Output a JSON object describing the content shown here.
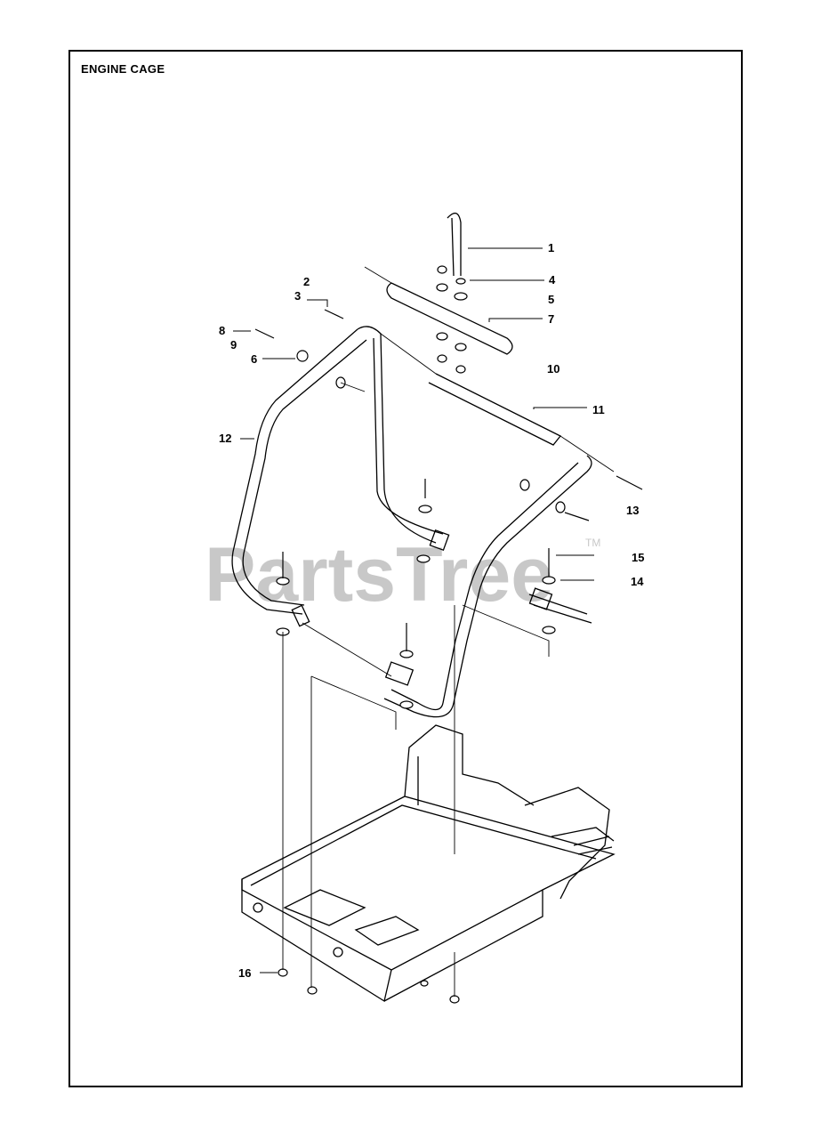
{
  "title": "ENGINE CAGE",
  "watermark": {
    "text": "PartsTree",
    "mark": "TM"
  },
  "callouts": [
    {
      "id": "1",
      "label": "1"
    },
    {
      "id": "2",
      "label": "2"
    },
    {
      "id": "3",
      "label": "3"
    },
    {
      "id": "4",
      "label": "4"
    },
    {
      "id": "5",
      "label": "5"
    },
    {
      "id": "6",
      "label": "6"
    },
    {
      "id": "7",
      "label": "7"
    },
    {
      "id": "8",
      "label": "8"
    },
    {
      "id": "9",
      "label": "9"
    },
    {
      "id": "10",
      "label": "10"
    },
    {
      "id": "11",
      "label": "11"
    },
    {
      "id": "12",
      "label": "12"
    },
    {
      "id": "13",
      "label": "13"
    },
    {
      "id": "14",
      "label": "14"
    },
    {
      "id": "15",
      "label": "15"
    },
    {
      "id": "16",
      "label": "16"
    }
  ]
}
